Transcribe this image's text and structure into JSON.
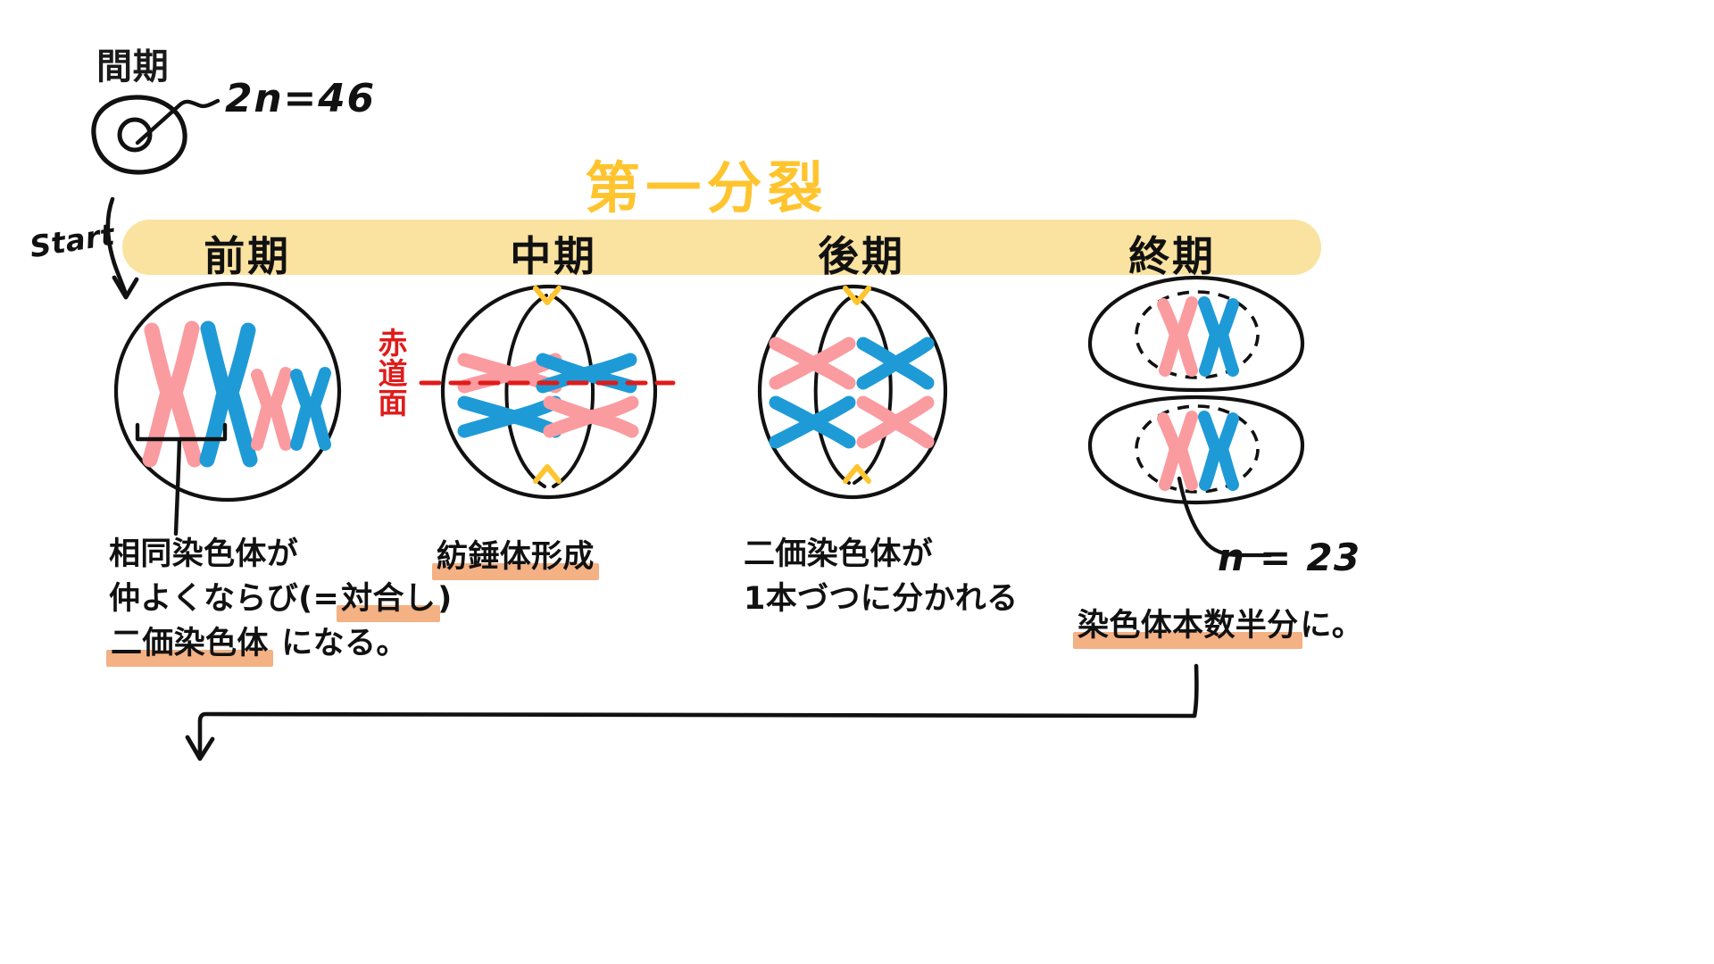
{
  "page": {
    "background": "#ffffff",
    "title": "第一分裂",
    "title_color": "#FFC42E"
  },
  "colors": {
    "highlight_bar": "#FAE2A0",
    "marker_orange": "#F3B184",
    "chromosome_pink": "#FA9BA0",
    "chromosome_blue": "#1E9BD7",
    "equator_red": "#E01B1B",
    "ink": "#111111"
  },
  "interphase": {
    "label": "間期",
    "ploidy_note": "2n=46",
    "start_label": "Start"
  },
  "phase_bar": {
    "phases": [
      {
        "label": "前期"
      },
      {
        "label": "中期"
      },
      {
        "label": "後期"
      },
      {
        "label": "終期"
      }
    ]
  },
  "captions": {
    "prophase": {
      "line1": "相同染色体が",
      "line2_pre": "仲よくならび(=",
      "line2_hl": "対合し",
      "line2_post": ")",
      "line3_hl": "二価染色体",
      "line3_post": " になる。"
    },
    "metaphase": {
      "text_hl": "紡錘体形成"
    },
    "anaphase": {
      "line1": "二価染色体が",
      "line2": "1本づつに分かれる"
    },
    "telophase": {
      "ploidy_note": "n = 23",
      "text_hl": "染色体本数半分",
      "text_post": "に。"
    }
  },
  "equator": {
    "label": "赤道面"
  }
}
